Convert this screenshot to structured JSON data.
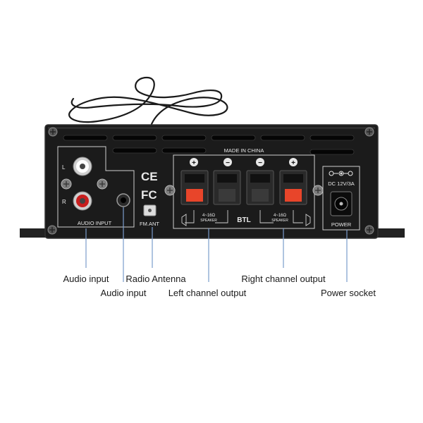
{
  "panel": {
    "made_in": "MADE IN CHINA",
    "audio_input_label": "AUDIO INPUT",
    "channel_left": "L",
    "channel_right": "R",
    "fm_label": "FM.ANT",
    "btl_label": "BTL",
    "speaker_left_ohm": "4~16Ω",
    "speaker_left_label": "SPEAKER",
    "speaker_right_ohm": "4~16Ω",
    "speaker_right_label": "SPEAKER",
    "dc_label": "DC 12V/3A",
    "power_label": "POWER",
    "ce_mark": "CE",
    "fc_mark": "FC",
    "terminal_signs": [
      "+",
      "−",
      "−",
      "+"
    ]
  },
  "callouts": {
    "rca_audio_input": "Audio input",
    "aux_audio_input": "Audio input",
    "radio_antenna": "Radio Antenna",
    "left_channel_output": "Left channel output",
    "right_channel_output": "Right channel output",
    "power_socket": "Power socket"
  },
  "colors": {
    "panel": "#1b1b1b",
    "panel_edge": "#2e2e2e",
    "terminal_red": "#e8452a",
    "rca_red": "#c81e1e",
    "callout_line": "#7a9ccc",
    "silk": "#e8e8e8"
  }
}
